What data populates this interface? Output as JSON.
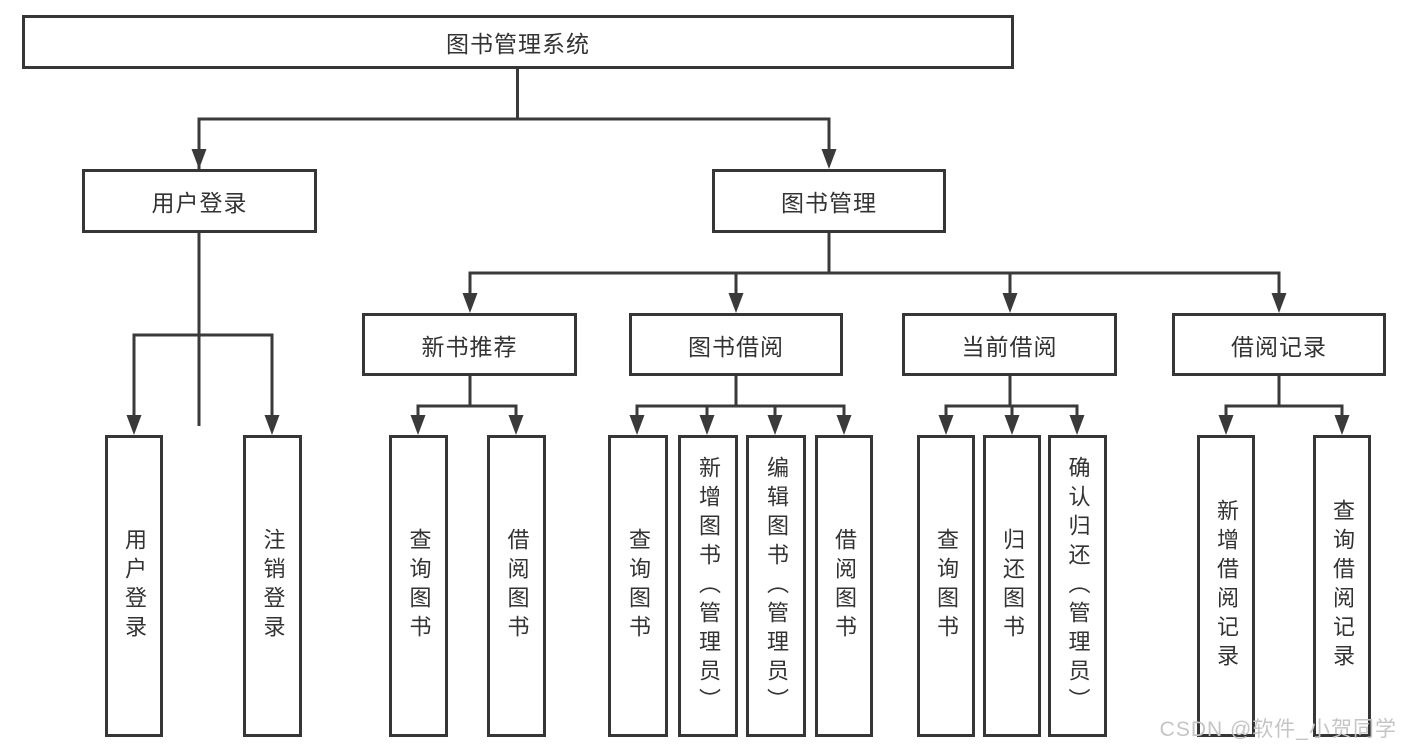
{
  "root": {
    "label": "图书管理系统"
  },
  "user_login": {
    "label": "用户登录",
    "children": [
      "用户登录",
      "注销登录"
    ]
  },
  "book_mgmt": {
    "label": "图书管理",
    "groups": [
      {
        "label": "新书推荐",
        "children": [
          "查询图书",
          "借阅图书"
        ]
      },
      {
        "label": "图书借阅",
        "children": [
          "查询图书",
          "新增图书（管理员）",
          "编辑图书（管理员）",
          "借阅图书"
        ]
      },
      {
        "label": "当前借阅",
        "children": [
          "查询图书",
          "归还图书",
          "确认归还（管理员）"
        ]
      },
      {
        "label": "借阅记录",
        "children": [
          "新增借阅记录",
          "查询借阅记录"
        ]
      }
    ]
  },
  "watermark": "CSDN @软件_小贺同学",
  "colors": {
    "line": "#3a3a3a",
    "border": "#363636",
    "text": "#333333",
    "watermark": "#c5c5c5",
    "background": "#ffffff"
  }
}
